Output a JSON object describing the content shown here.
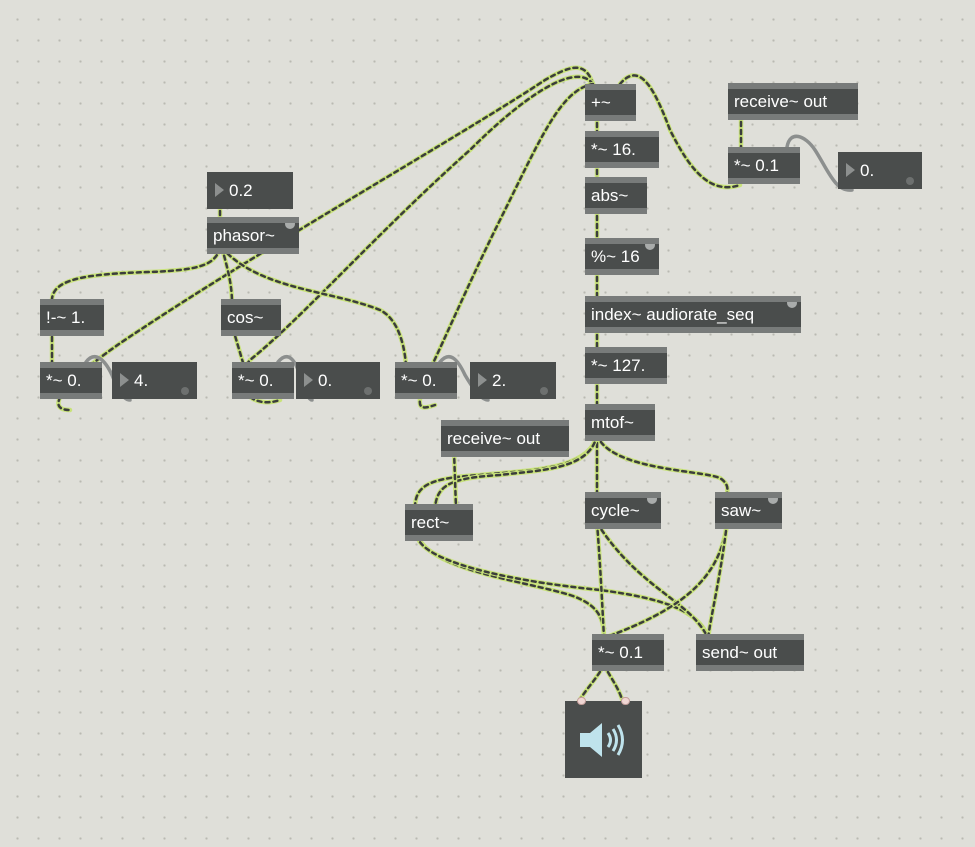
{
  "patcher": {
    "objects": {
      "plus": "+~",
      "mul16": "*~ 16.",
      "abs": "abs~",
      "mod16": "%~ 16",
      "index": "index~ audiorate_seq",
      "mul127": "*~ 127.",
      "mtof": "mtof~",
      "recv_top": "receive~ out",
      "mul01_top": "*~ 0.1",
      "phasor": "phasor~",
      "not": "!-~ 1.",
      "cos": "cos~",
      "mul0_a": "*~ 0.",
      "mul0_b": "*~ 0.",
      "mul0_c": "*~ 0.",
      "recv_mid": "receive~ out",
      "rect": "rect~",
      "cycle": "cycle~",
      "saw": "saw~",
      "mul01_bottom": "*~ 0.1",
      "send": "send~ out"
    },
    "number_boxes": {
      "phasor_freq": "0.2",
      "gain_display": "0.",
      "num_a": "4.",
      "num_b": "0.",
      "num_c": "2."
    },
    "cord_color": "#c8e27a",
    "signal_cord_stripe": "#3b3d3c",
    "plain_cord_color": "#8c8f8e",
    "icons": {
      "dac": "speaker-icon"
    }
  }
}
